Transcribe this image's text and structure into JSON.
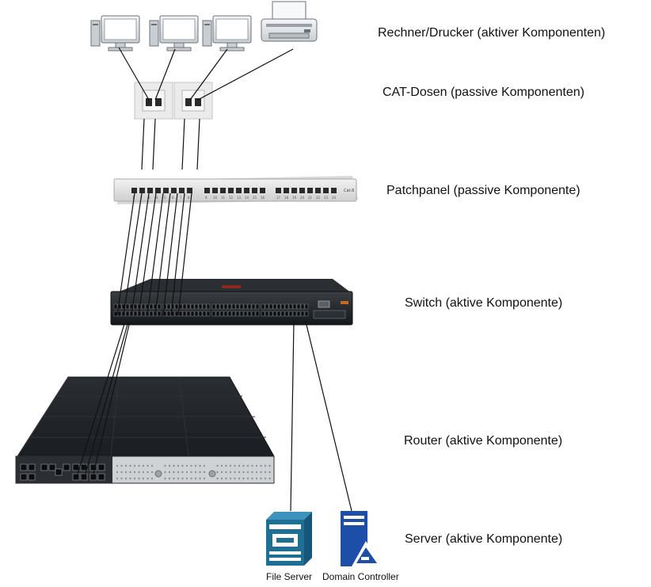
{
  "layers": {
    "endpoints": "Rechner/Drucker (aktiver Komponenten)",
    "outlets": "CAT-Dosen (passive Komponenten)",
    "patchpanel": "Patchpanel (passive Komponente)",
    "switch": "Switch (aktive Komponente)",
    "router": "Router (aktive Komponente)",
    "server": "Server (aktive Komponente)"
  },
  "servers": {
    "file_server": "File Server",
    "domain_controller": "Domain Controller"
  },
  "patchpanel": {
    "badge": "Cat.6",
    "port_numbers": [
      "1",
      "2",
      "3",
      "4",
      "5",
      "6",
      "7",
      "8",
      "9",
      "10",
      "11",
      "12",
      "13",
      "14",
      "15",
      "16",
      "17",
      "18",
      "19",
      "20",
      "21",
      "22",
      "23",
      "24"
    ]
  },
  "colors": {
    "device_dark": "#1e2124",
    "server_teal": "#1f6f94",
    "server_blue": "#1e4fa8",
    "cable": "#111111"
  },
  "icons": [
    "desktop-computer-icon",
    "printer-icon",
    "network-outlet-icon",
    "patch-panel-icon",
    "network-switch-icon",
    "router-icon",
    "file-server-icon",
    "domain-controller-icon"
  ]
}
